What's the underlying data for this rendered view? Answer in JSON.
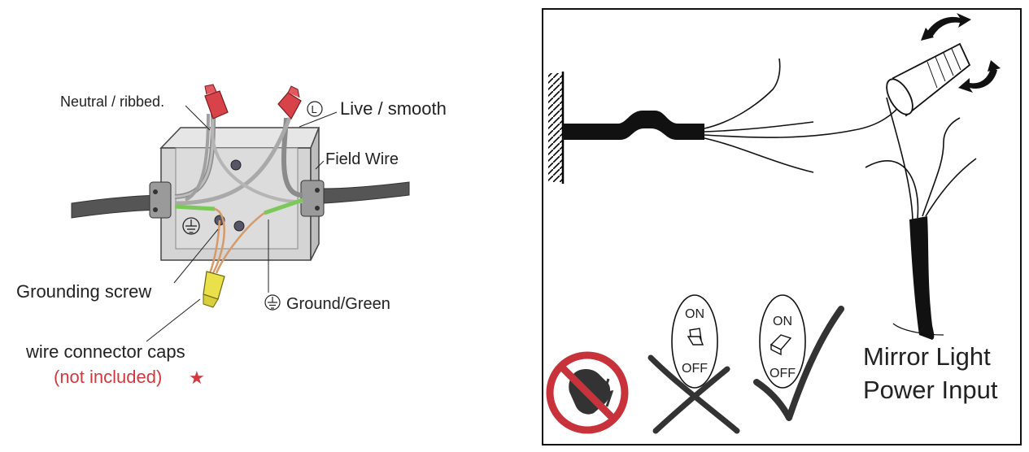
{
  "left_panel": {
    "neutral_label": "Neutral / ribbed.",
    "live_label": "Live / smooth",
    "live_symbol": "L",
    "field_wire_label": "Field Wire",
    "grounding_screw_label": "Grounding screw",
    "ground_label": "Ground/Green",
    "connector_caps_label": "wire connector caps",
    "not_included_label": "(not included)",
    "star_glyph": "★",
    "colors": {
      "cap_red": "#d8434a",
      "cap_yellow": "#e9e04a",
      "ground_wire": "#7cc95a",
      "copper_wire": "#d49a6a",
      "note_red": "#d0393e"
    }
  },
  "right_panel": {
    "switch_wrong": {
      "on": "ON",
      "off": "OFF"
    },
    "switch_right": {
      "on": "ON",
      "off": "OFF"
    },
    "power_input_line1": "Mirror Light",
    "power_input_line2": "Power Input",
    "icons": [
      "no-touch-electric-icon",
      "rotate-arrow-icon",
      "cross-mark-icon",
      "check-mark-icon"
    ]
  }
}
